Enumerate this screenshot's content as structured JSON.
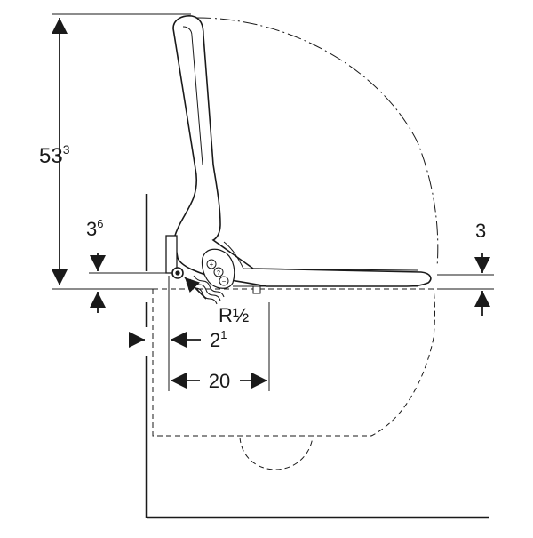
{
  "dimensions": {
    "total_height": {
      "main": "53",
      "sup": "3"
    },
    "hinge_height": {
      "main": "3",
      "sup": "6"
    },
    "seat_thickness": {
      "main": "3"
    },
    "wall_offset": {
      "main": "2",
      "sup": "1"
    },
    "connection_distance": {
      "main": "20"
    },
    "water_connection": {
      "main": "R",
      "frac": "½"
    }
  },
  "control_panel": {
    "buttons": [
      "+",
      "?",
      "−"
    ]
  },
  "colors": {
    "line": "#1a1a1a",
    "background": "#ffffff"
  }
}
